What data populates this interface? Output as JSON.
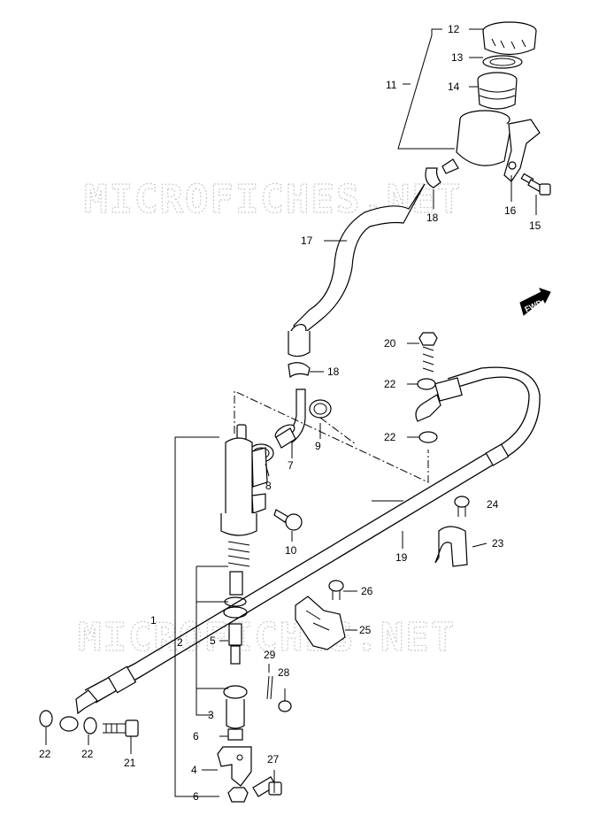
{
  "watermarks": [
    "MICROFICHES.NET",
    "MICROFICHES.NET"
  ],
  "direction_badge": "FWD",
  "callouts": [
    "1",
    "2",
    "3",
    "4",
    "5",
    "6",
    "6",
    "7",
    "8",
    "9",
    "10",
    "11",
    "12",
    "13",
    "14",
    "15",
    "16",
    "17",
    "18",
    "18",
    "19",
    "20",
    "21",
    "22",
    "22",
    "22",
    "22",
    "23",
    "24",
    "25",
    "26",
    "27",
    "28",
    "29"
  ]
}
